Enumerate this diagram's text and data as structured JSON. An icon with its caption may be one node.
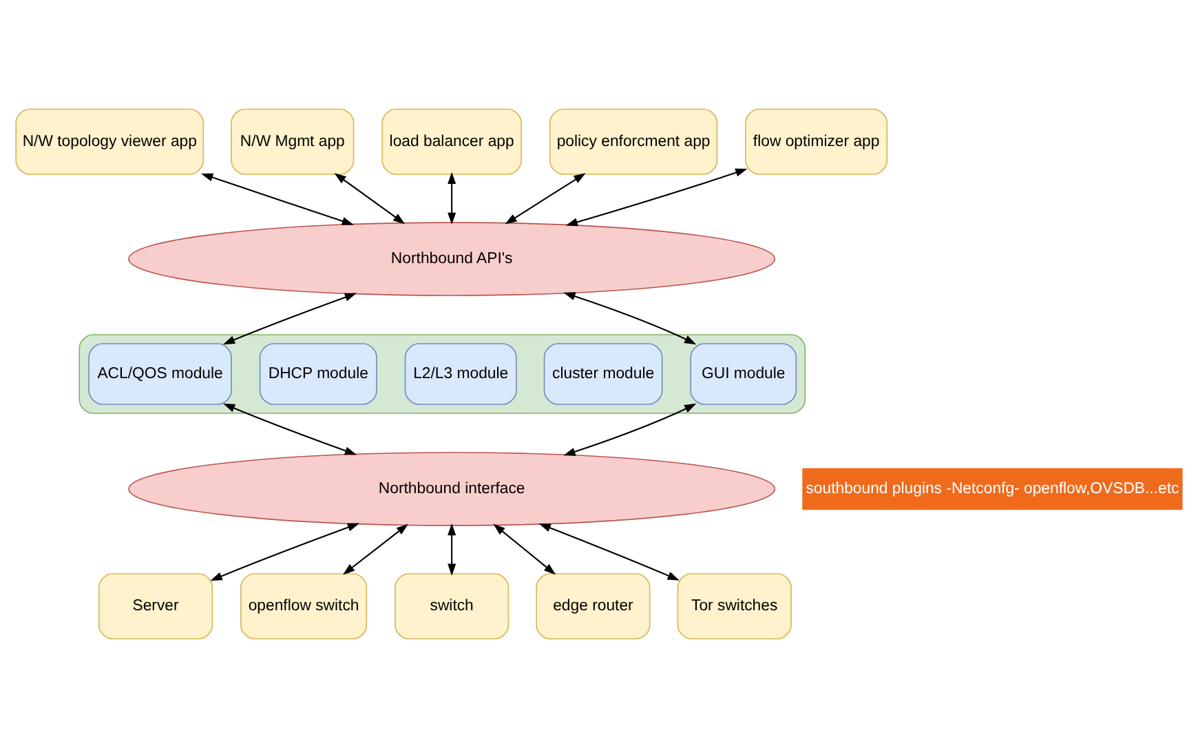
{
  "diagram": {
    "nodes": [
      {
        "text": [
          "N/W topology viewer app"
        ]
      },
      {
        "text": [
          "N/W Mgmt app"
        ]
      },
      {
        "text": [
          "load balancer app"
        ]
      },
      {
        "text": [
          "policy enforcment app"
        ]
      },
      {
        "text": [
          "flow optimizer app"
        ]
      },
      {
        "text": [
          "Northbound API's"
        ]
      },
      {
        "text": [],
        "shape": "bar"
      },
      {
        "text": [
          "GUI module"
        ],
        "in": 6
      },
      {
        "text": [
          "cluster module"
        ],
        "in": 6
      },
      {
        "text": [
          "L2/L3 module"
        ],
        "in": 6
      },
      {
        "text": [
          "DHCP module"
        ],
        "in": 6
      },
      {
        "text": [
          "ACL/QOS module"
        ],
        "in": 6
      },
      {
        "text": [
          "southbound plugins -Netconfg- openflow,OVSDB...etc"
        ]
      },
      {
        "text": [
          "Northbound interface"
        ]
      },
      {
        "text": [
          "Server"
        ]
      },
      {
        "text": [
          "openflow switch"
        ]
      },
      {
        "text": [
          "switch"
        ]
      },
      {
        "text": [
          "edge router"
        ]
      },
      {
        "text": [
          "Tor switches"
        ]
      }
    ],
    "edges": [
      {
        "from": 0,
        "to": 5,
        "arrow": "both"
      },
      {
        "from": 1,
        "to": 5,
        "arrow": "both"
      },
      {
        "from": 2,
        "to": 5,
        "arrow": "both"
      },
      {
        "from": 3,
        "to": 5,
        "arrow": "both"
      },
      {
        "from": 4,
        "to": 5,
        "arrow": "both"
      },
      {
        "from": 5,
        "to": 7,
        "arrow": "both"
      },
      {
        "from": 5,
        "to": 11,
        "arrow": "both"
      },
      {
        "from": 7,
        "to": 13,
        "arrow": "both"
      },
      {
        "from": 11,
        "to": 13,
        "arrow": "both"
      },
      {
        "from": 13,
        "to": 14,
        "arrow": "both"
      },
      {
        "from": 13,
        "to": 15,
        "arrow": "both"
      },
      {
        "from": 13,
        "to": 16,
        "arrow": "both"
      },
      {
        "from": 13,
        "to": 17,
        "arrow": "both"
      },
      {
        "from": 13,
        "to": 18,
        "arrow": "both"
      }
    ]
  }
}
